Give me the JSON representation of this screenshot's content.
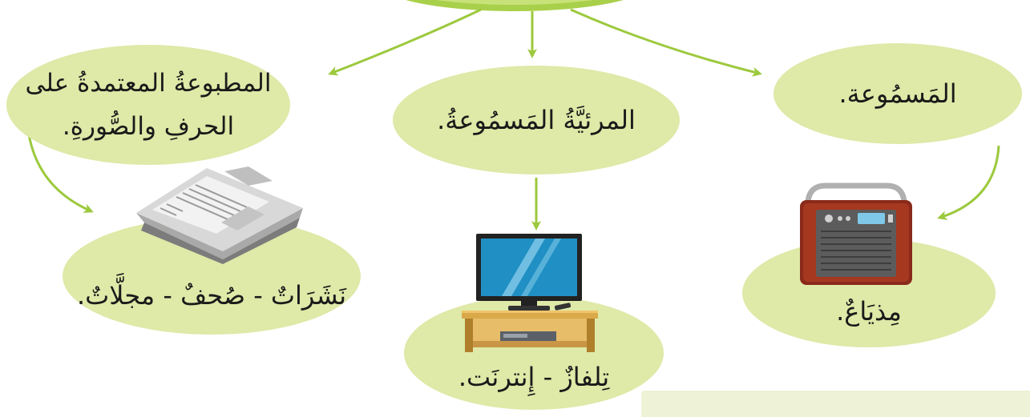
{
  "diagram": {
    "categories": [
      {
        "id": "print",
        "line1": "المطبوعةُ المعتمدةُ على",
        "line2": "الحرفِ والصُّورةِ."
      },
      {
        "id": "audiovisual",
        "label": "المرئيَّةُ المَسمُوعةُ."
      },
      {
        "id": "audio",
        "label": "المَسمُوعة."
      }
    ],
    "examples": [
      {
        "id": "print",
        "label": "نَشَرَاتٌ - صُحفٌ - مجلَّاتٌ.",
        "icon": "newspaper-icon"
      },
      {
        "id": "audiovisual",
        "label": "تِلفازٌ - إِنترنَت.",
        "icon": "tv-stand-icon"
      },
      {
        "id": "audio",
        "label": "مِذيَاعٌ.",
        "icon": "radio-icon"
      }
    ],
    "colors": {
      "oval": "#dfe9a8",
      "arrow": "#9cc93d",
      "top_node": "#a9d04a"
    }
  }
}
